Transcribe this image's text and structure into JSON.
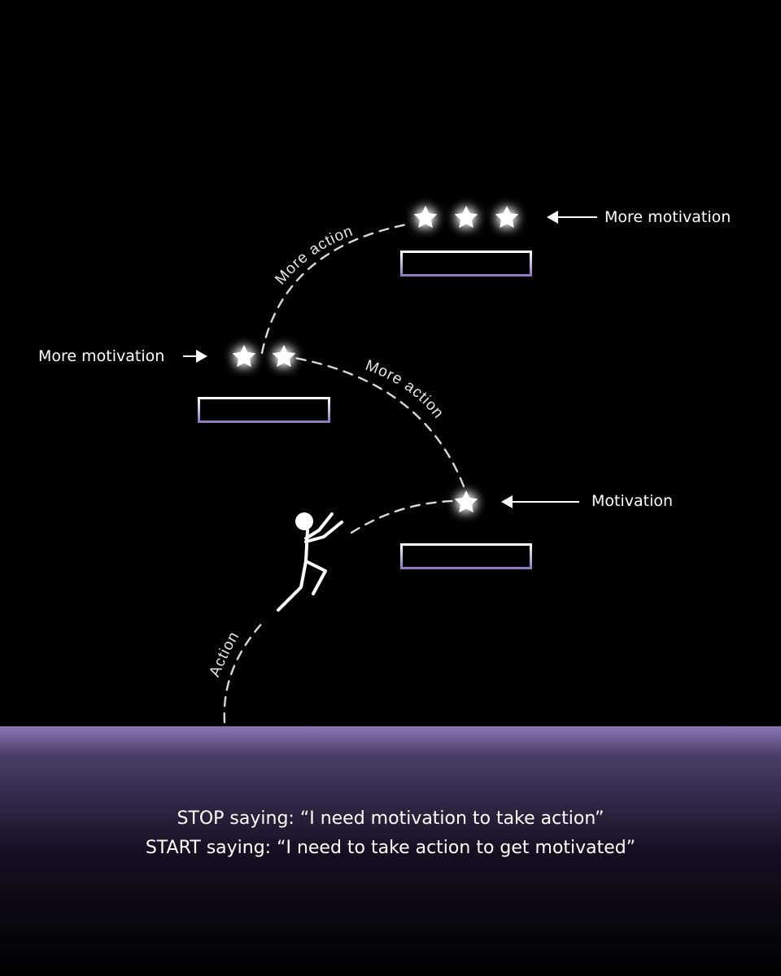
{
  "labels": {
    "top_right": "More motivation",
    "middle_left": "More motivation",
    "lower_right": "Motivation",
    "path_action": "Action",
    "path_more_action_upper": "More action",
    "path_more_action_lower": "More action"
  },
  "stars": {
    "step_low": 1,
    "step_mid": 2,
    "step_high": 3
  },
  "footer": {
    "line1": "STOP saying: “I need motivation to take action”",
    "line2": "START saying: “I need to take action to get motivated”"
  },
  "colors": {
    "background": "#000000",
    "accent": "#8a75b8",
    "dash": "#d9d9d9",
    "text": "#ffffff"
  }
}
